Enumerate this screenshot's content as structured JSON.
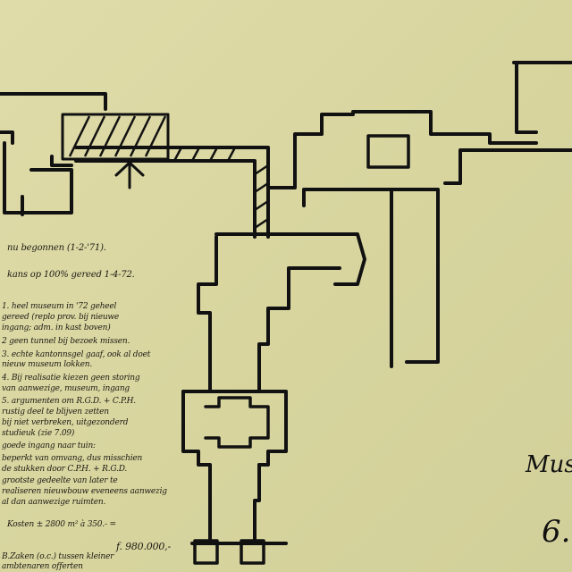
{
  "notes": {
    "started": "nu begonnen (1-2-'71).",
    "ready": "kans op 100% gereed 1-4-72.",
    "items": [
      "1. heel museum in '72 geheel",
      "   gereed (replo prov. bij nieuwe",
      "   ingang; adm. in kast boven)",
      "2 geen tunnel bij bezoek missen.",
      "3. echte kantonnsgel gaaf, ook al doet",
      "   nieuw museum lokken.",
      "4. Bij realisatie kiezen geen storing",
      "   van aanwezige, museum, ingang",
      "5. argumenten om R.G.D. + C.P.H.",
      "   rustig deel te blijven zetten",
      "   bij niet verbreken, uitgezonderd",
      "   studieuk (zie 7.09)",
      "   goede ingang naar tuin:",
      "   beperkt van omvang, dus misschien",
      "   de stukken door C.P.H. + R.G.D.",
      "   grootste gedeelte van later te",
      "   realiseren nieuwbouw eveneens aanwezig",
      "   al dan aanwezige ruimten."
    ],
    "costs": "Kosten ± 2800 m² à 350.- =",
    "total": "f. 980.000,-",
    "footer": "B.Zaken (o.c.) tussen kleiner",
    "footer2": "ambtenaren offerten"
  },
  "margin_label": "Mus",
  "page_number": "6."
}
